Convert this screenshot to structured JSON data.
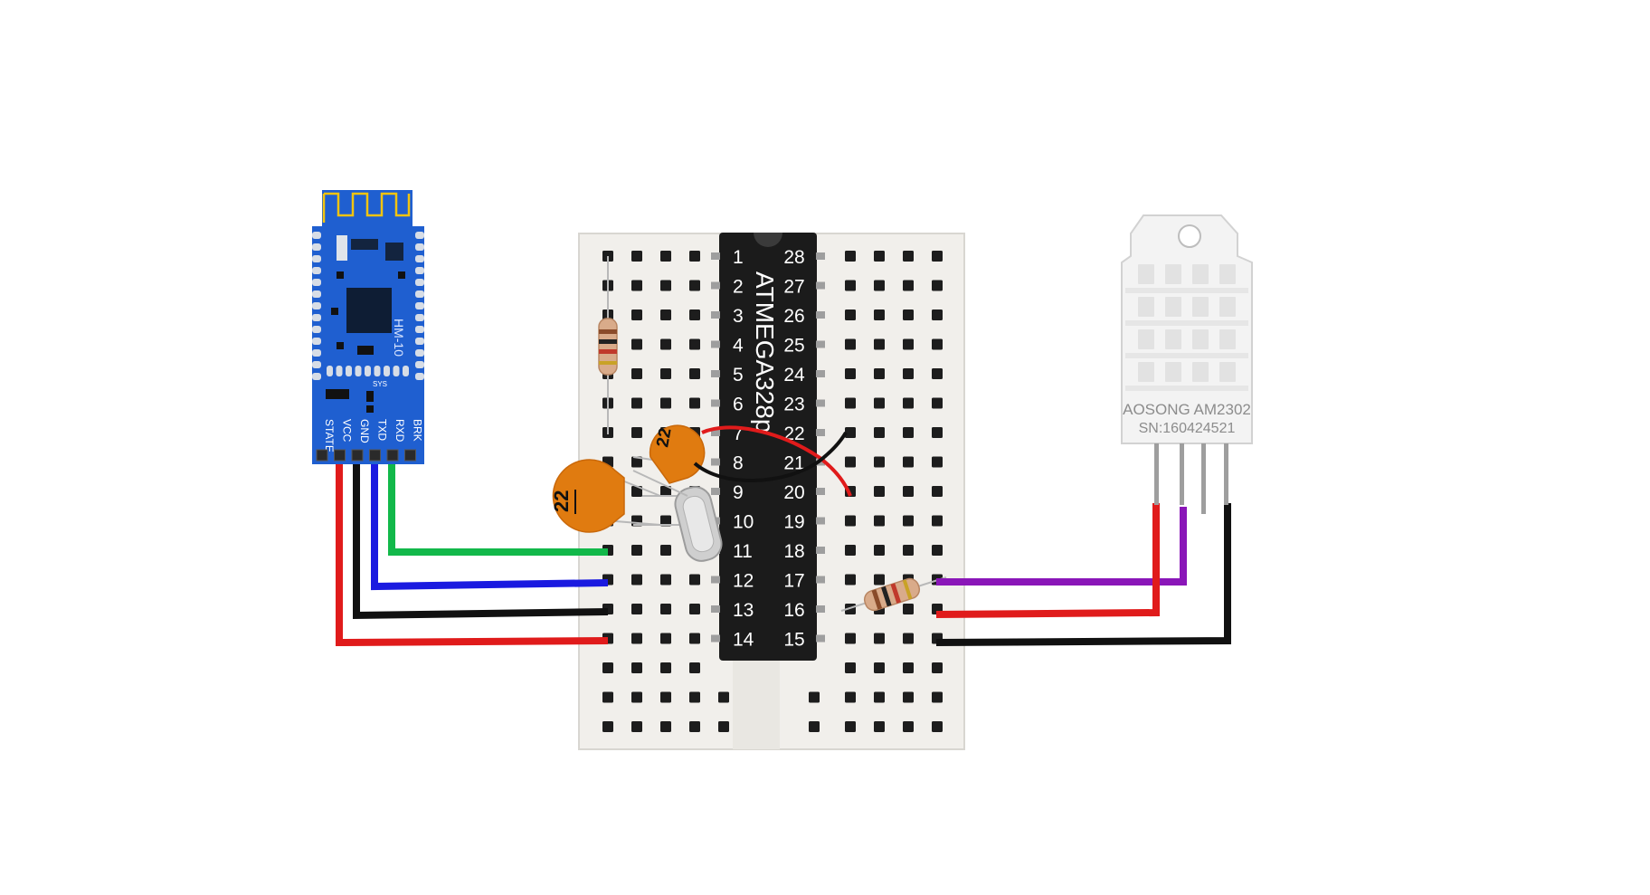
{
  "mcu": {
    "label": "ATMEGA328p",
    "pins_left": [
      "1",
      "2",
      "3",
      "4",
      "5",
      "6",
      "7",
      "8",
      "9",
      "10",
      "11",
      "12",
      "13",
      "14"
    ],
    "pins_right": [
      "28",
      "27",
      "26",
      "25",
      "24",
      "23",
      "22",
      "21",
      "20",
      "19",
      "18",
      "17",
      "16",
      "15"
    ],
    "body_color": "#1b1b1b"
  },
  "bluetooth": {
    "name": "HM-10",
    "sys_label": "SYS",
    "pin_labels": [
      "STATE",
      "VCC",
      "GND",
      "TXD",
      "RXD",
      "BRK"
    ],
    "board_color": "#1f5fd0"
  },
  "sensor": {
    "brand": "AOSONG  AM2302",
    "serial": "SN:160424521",
    "body_color": "#f3f3f3"
  },
  "capacitors": {
    "large_label": "22",
    "small_label": "22",
    "color": "#e07b10"
  },
  "wire_colors": {
    "red": "#e01b1b",
    "black": "#111111",
    "blue": "#1a1ae0",
    "green": "#12b84a",
    "purple": "#8a16b8"
  },
  "breadboard_color": "#f1efeb"
}
